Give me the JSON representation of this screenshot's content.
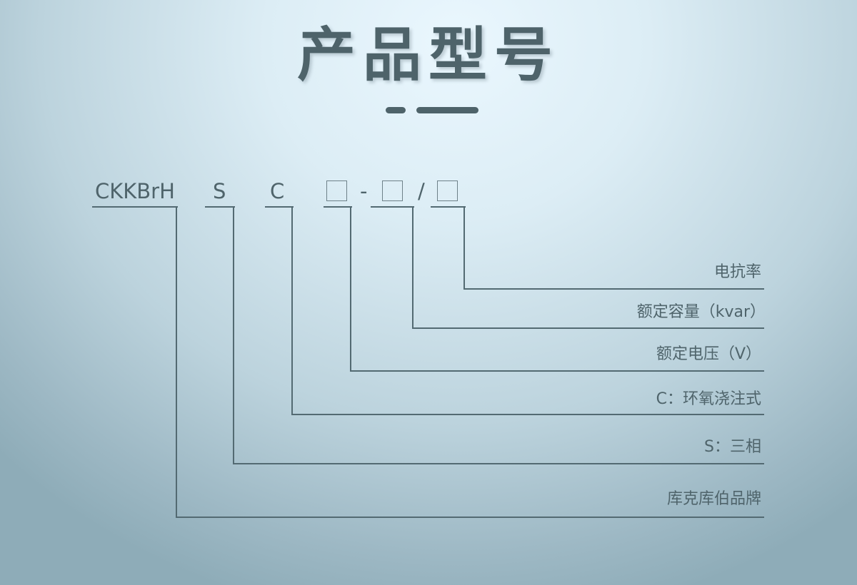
{
  "title": "产品型号",
  "code": {
    "brand": "CKKBrH",
    "phase": "S",
    "type": "C",
    "separator_dash": "-",
    "separator_slash": "/"
  },
  "placeholders": [
    "□",
    "□",
    "□"
  ],
  "labels": {
    "reactance_rate": "电抗率",
    "rated_capacity": "额定容量（kvar）",
    "rated_voltage": "额定电压（V）",
    "c_epoxy": "C：环氧浇注式",
    "s_three_phase": "S：三相",
    "brand": "库克库伯品牌"
  },
  "colors": {
    "text": "#4f646b",
    "line": "#536a72",
    "bg_light": "#eaf7fe",
    "bg_dark": "#8eacb8"
  }
}
